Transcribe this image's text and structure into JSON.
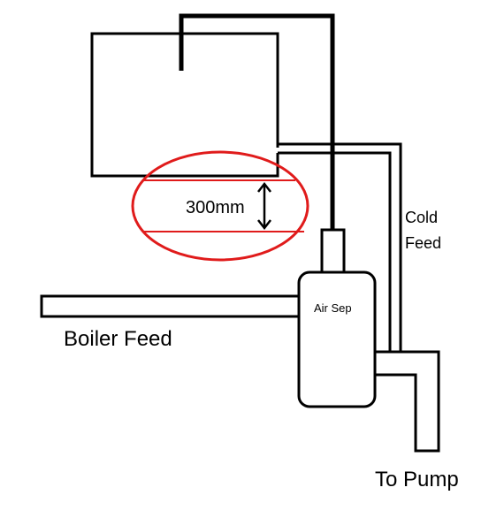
{
  "labels": {
    "dimension": "300mm",
    "cold_feed_line1": "Cold",
    "cold_feed_line2": "Feed",
    "air_separator": "Air Sep",
    "boiler_feed": "Boiler Feed",
    "to_pump": "To Pump"
  },
  "colors": {
    "line": "#000000",
    "highlight": "#e01b1b",
    "background": "#ffffff"
  }
}
